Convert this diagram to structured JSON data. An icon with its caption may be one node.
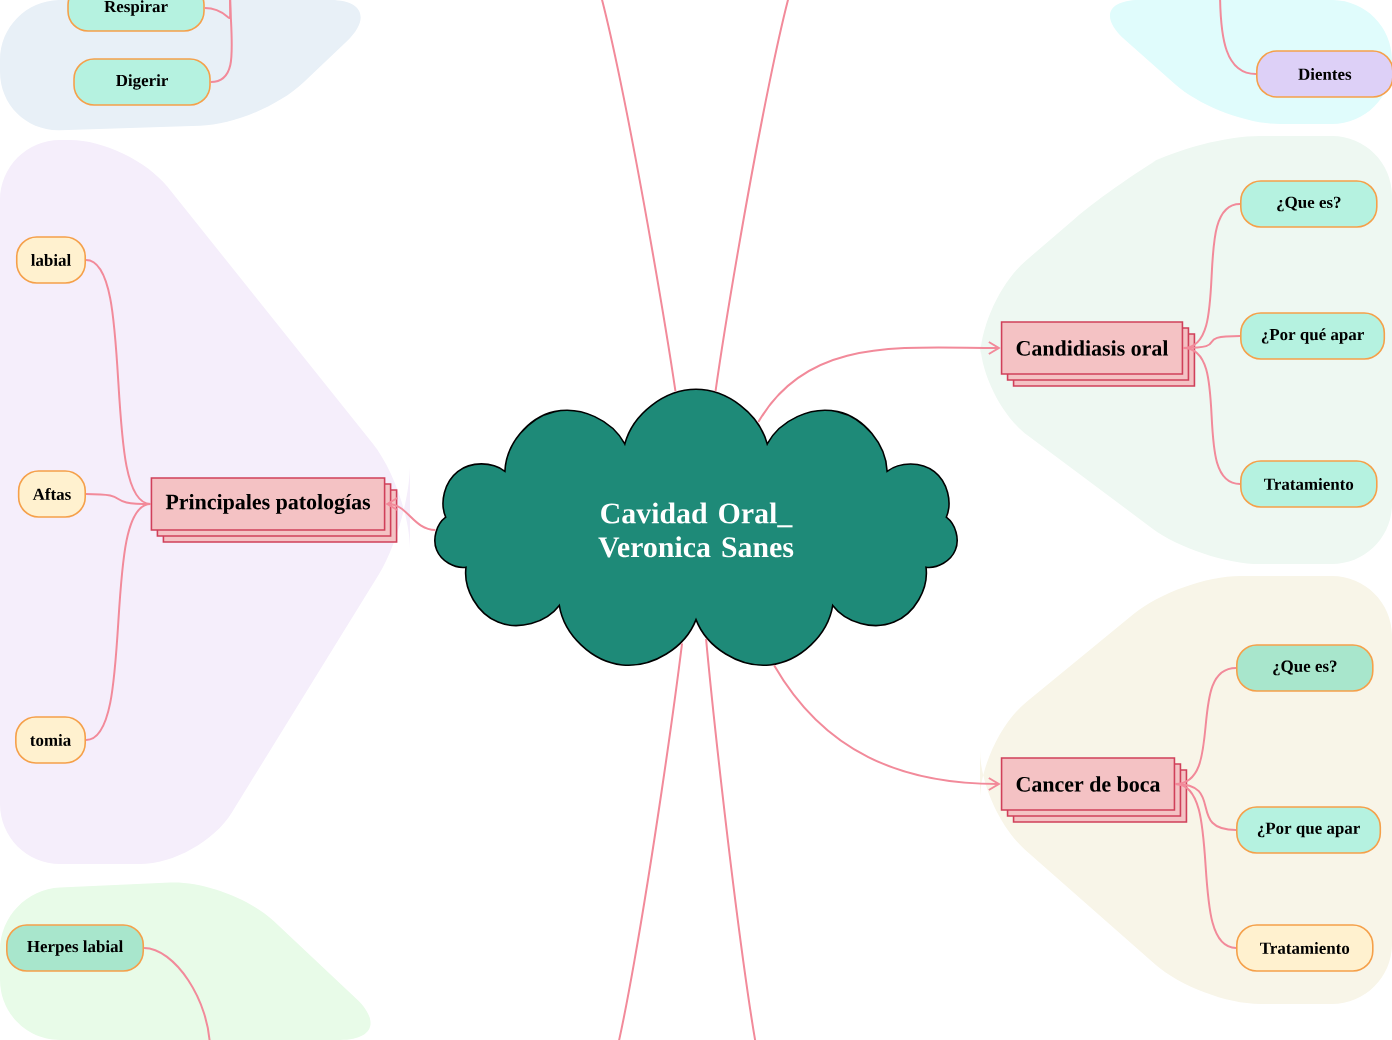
{
  "diagram": {
    "nodes": [
      {
        "text": [
          "Cavidad Oral_ Veronica Sanes"
        ]
      },
      {
        "text": [
          "Respirar"
        ]
      },
      {
        "text": [
          "Digerir"
        ]
      },
      {
        "text": [
          "Dientes"
        ]
      },
      {
        "text": [
          "Principales patologías"
        ]
      },
      {
        "text": [
          "labial"
        ]
      },
      {
        "text": [
          "Aftas"
        ]
      },
      {
        "text": [
          "tomia"
        ]
      },
      {
        "text": [
          "Candidiasis oral"
        ]
      },
      {
        "text": [
          "¿Que es?"
        ]
      },
      {
        "text": [
          "¿Por qué apar"
        ]
      },
      {
        "text": [
          "Tratamiento"
        ]
      },
      {
        "text": [
          "Cancer de boca"
        ]
      },
      {
        "text": [
          "¿Que es?"
        ]
      },
      {
        "text": [
          "¿Por que apar"
        ]
      },
      {
        "text": [
          "Tratamiento"
        ]
      },
      {
        "text": [
          "Herpes labial"
        ]
      }
    ],
    "edges": [
      {
        "from": 0,
        "to": 4,
        "arrow": "to"
      },
      {
        "from": 0,
        "to": 8,
        "arrow": "to"
      },
      {
        "from": 0,
        "to": 12,
        "arrow": "to"
      },
      {
        "from": 4,
        "to": 5,
        "arrow": "none"
      },
      {
        "from": 4,
        "to": 6,
        "arrow": "none"
      },
      {
        "from": 4,
        "to": 7,
        "arrow": "none"
      },
      {
        "from": 8,
        "to": 9,
        "arrow": "none"
      },
      {
        "from": 8,
        "to": 10,
        "arrow": "none"
      },
      {
        "from": 8,
        "to": 11,
        "arrow": "none"
      },
      {
        "from": 12,
        "to": 13,
        "arrow": "none"
      },
      {
        "from": 12,
        "to": 14,
        "arrow": "none"
      },
      {
        "from": 12,
        "to": 15,
        "arrow": "none"
      },
      {
        "from": null,
        "to": 1,
        "arrow": "none"
      },
      {
        "from": null,
        "to": 2,
        "arrow": "none"
      },
      {
        "from": null,
        "to": 3,
        "arrow": "none"
      },
      {
        "from": 16,
        "to": null,
        "arrow": "none"
      },
      {
        "from": 0,
        "to": null,
        "arrow": "none"
      },
      {
        "from": 0,
        "to": null,
        "arrow": "none"
      },
      {
        "from": 0,
        "to": null,
        "arrow": "none"
      },
      {
        "from": 0,
        "to": null,
        "arrow": "none"
      }
    ]
  }
}
